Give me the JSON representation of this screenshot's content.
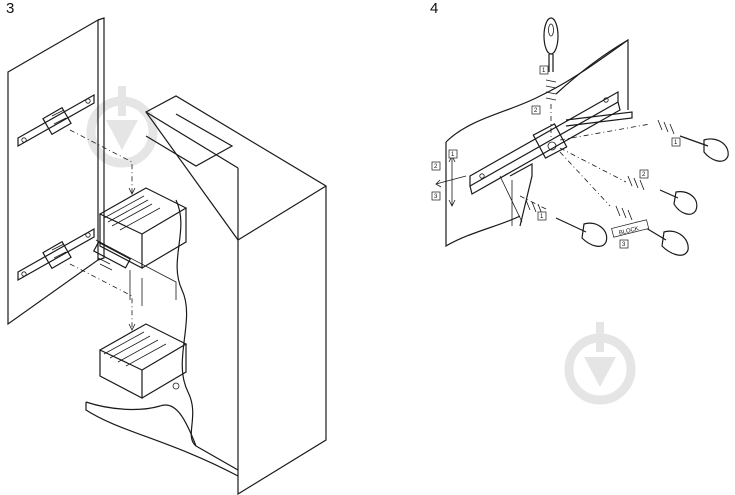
{
  "steps": [
    {
      "number": "3"
    },
    {
      "number": "4"
    }
  ],
  "callouts": [
    "1",
    "2",
    "3"
  ],
  "block_label": "BLOCK",
  "watermark_icon": "pin-drop-icon",
  "colors": {
    "line": "#1a1a1a",
    "watermark": "#e6e6e6",
    "background": "#ffffff"
  }
}
